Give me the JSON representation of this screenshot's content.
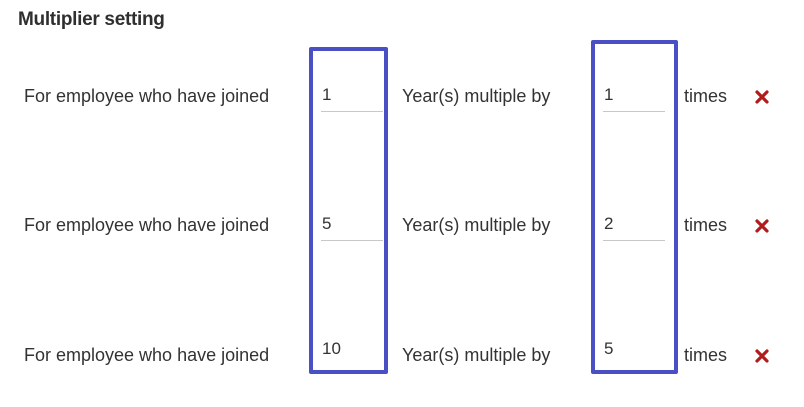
{
  "section": {
    "title": "Multiplier setting"
  },
  "rows": [
    {
      "label": "For employee who have joined",
      "years": "1",
      "mid_label": "Year(s) multiple by",
      "multiplier": "1",
      "unit": "times"
    },
    {
      "label": "For employee who have joined",
      "years": "5",
      "mid_label": "Year(s) multiple by",
      "multiplier": "2",
      "unit": "times"
    },
    {
      "label": "For employee who have joined",
      "years": "10",
      "mid_label": "Year(s) multiple by",
      "multiplier": "5",
      "unit": "times"
    }
  ],
  "icons": {
    "remove": "close-x-icon"
  },
  "colors": {
    "highlight": "#4b4fc4",
    "remove": "#b01c1c"
  }
}
